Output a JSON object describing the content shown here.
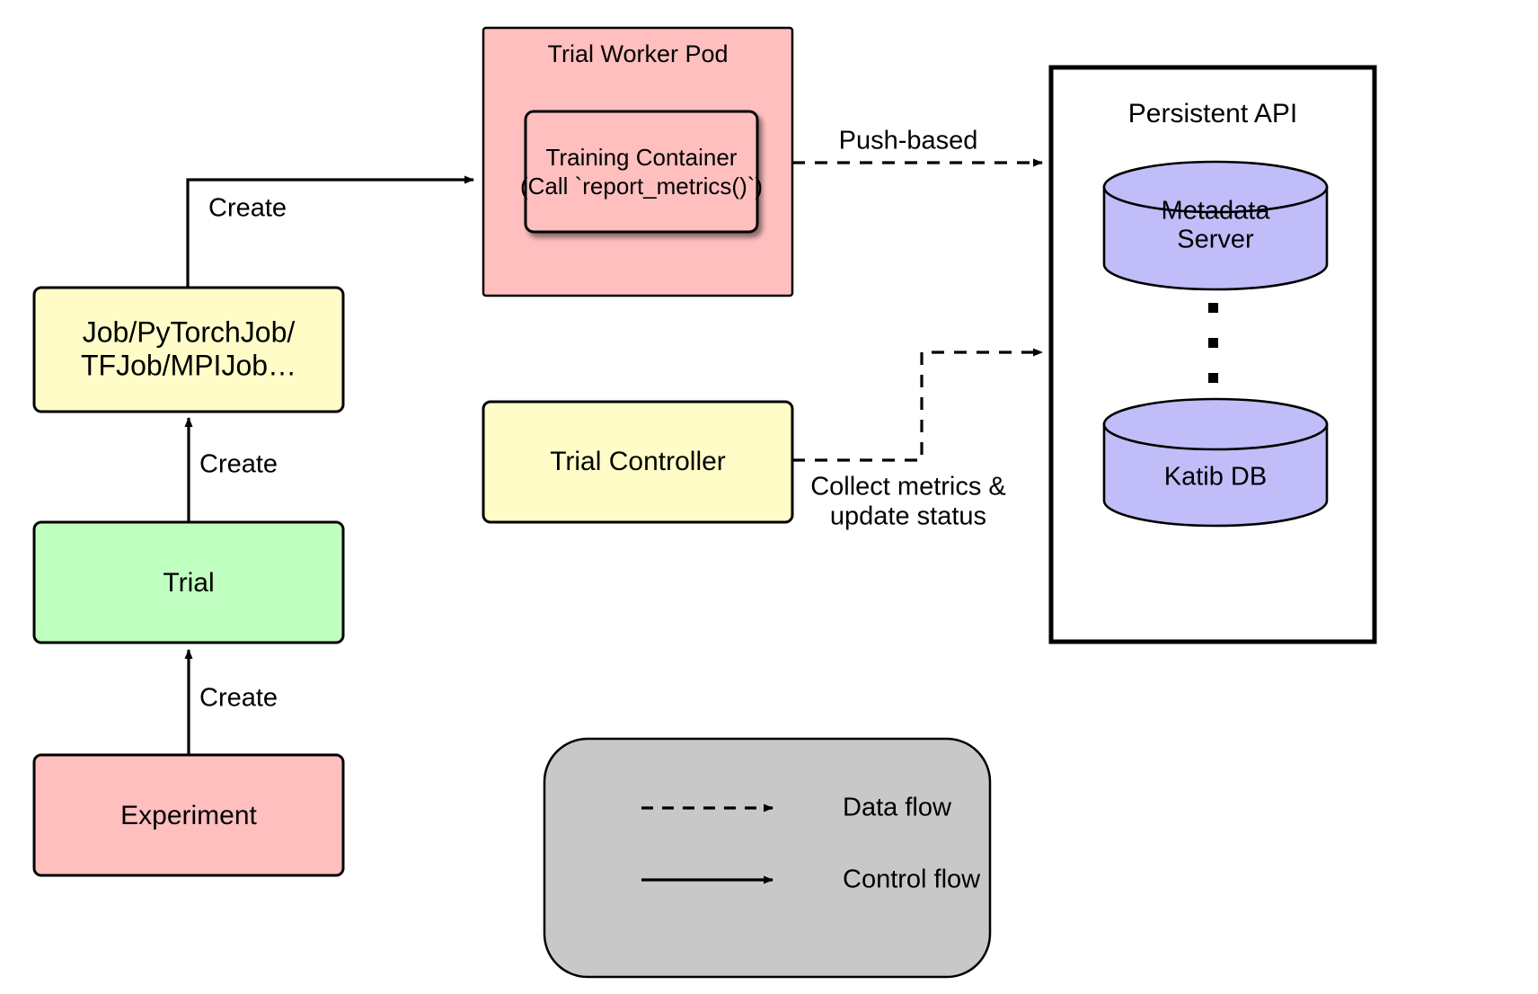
{
  "diagram": {
    "title": "Katib Trial Execution and Metrics Collection Flow",
    "background": "#ffffff"
  },
  "colors": {
    "pink": "#ffbfbf",
    "yellow": "#fffcc8",
    "green": "#bfffc0",
    "purple": "#c0bdf9",
    "gray": "#c8c8c8",
    "stroke": "#000000",
    "white": "#ffffff"
  },
  "nodes": {
    "trial_worker_pod": {
      "label": "Trial Worker Pod",
      "fill": "#ffbfbf"
    },
    "training_container": {
      "line1": "Training Container",
      "line2": "(Call `report_metrics()`)",
      "fill": "#ffbfbf"
    },
    "job_types": {
      "line1": "Job/PyTorchJob/",
      "line2": "TFJob/MPIJob…",
      "fill": "#fffcc8"
    },
    "trial": {
      "label": "Trial",
      "fill": "#bfffc0"
    },
    "experiment": {
      "label": "Experiment",
      "fill": "#ffbfbf"
    },
    "trial_controller": {
      "label": "Trial Controller",
      "fill": "#fffcc8"
    },
    "persistent_api": {
      "label": "Persistent API",
      "fill": "#ffffff"
    },
    "metadata_server": {
      "line1": "Metadata",
      "line2": "Server",
      "fill": "#c0bdf9"
    },
    "katib_db": {
      "label": "Katib DB",
      "fill": "#c0bdf9"
    },
    "vertical_ellipsis": {
      "label": "vertical-ellipsis",
      "dots": 3
    }
  },
  "edges": {
    "experiment_to_trial": {
      "label": "Create",
      "kind": "control"
    },
    "trial_to_job": {
      "label": "Create",
      "kind": "control"
    },
    "job_to_pod": {
      "label": "Create",
      "kind": "control"
    },
    "container_to_api": {
      "label": "Push-based",
      "kind": "data"
    },
    "controller_to_api": {
      "line1": "Collect metrics &",
      "line2": "update status",
      "kind": "data"
    }
  },
  "legend": {
    "fill": "#c8c8c8",
    "items": [
      {
        "style": "dashed",
        "label": "Data flow"
      },
      {
        "style": "solid",
        "label": "Control flow"
      }
    ]
  }
}
